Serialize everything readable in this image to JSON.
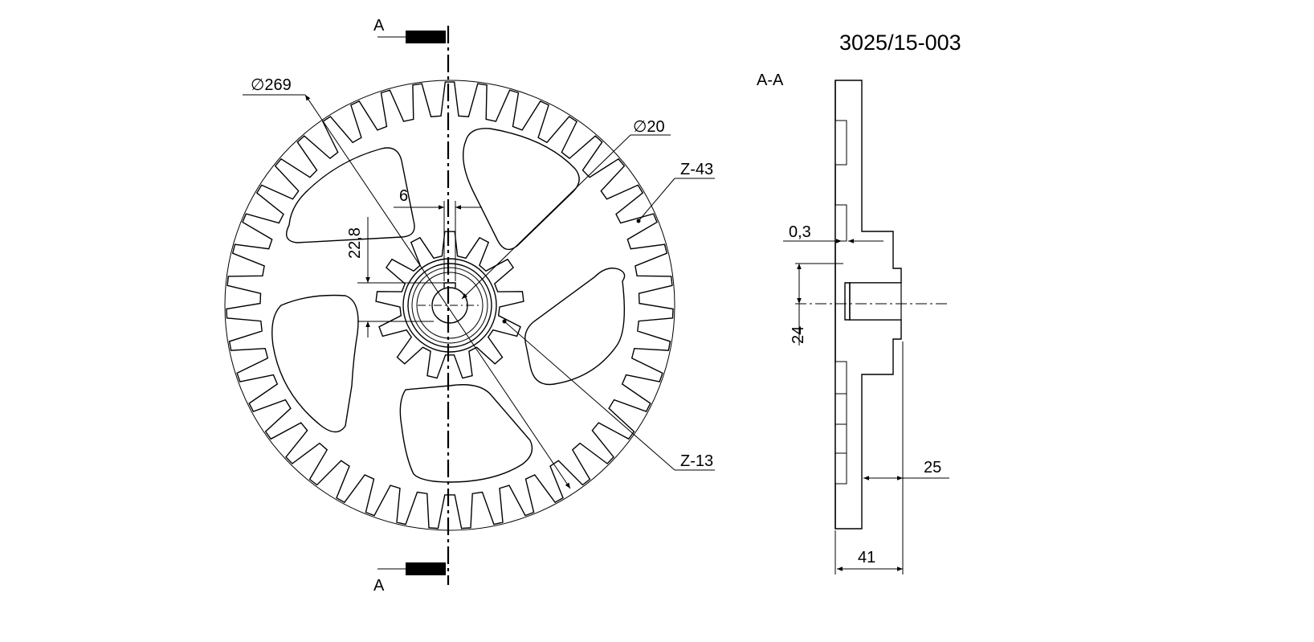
{
  "drawing_number": "3025/15-003",
  "section_label": "A-A",
  "cut_marker_label": "A",
  "gear_large": {
    "diameter_label": "∅269",
    "teeth_label": "Z-43",
    "teeth": 43
  },
  "gear_small": {
    "teeth_label": "Z-13",
    "teeth": 13
  },
  "bore_label": "∅20",
  "dims": {
    "key_width": "6",
    "key_height": "22,8",
    "gap": "0,3",
    "hub_height": "24",
    "offset": "25",
    "total_width": "41"
  },
  "colors": {
    "line": "#000000",
    "background": "#ffffff"
  }
}
